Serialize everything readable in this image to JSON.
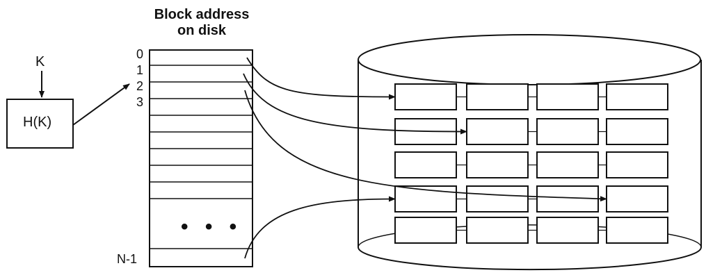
{
  "title": {
    "line1": "Block address",
    "line2": "on disk"
  },
  "key_label": "K",
  "hash_label": "H(K)",
  "bucket_indices": [
    "0",
    "1",
    "2",
    "3"
  ],
  "last_index": "N-1",
  "ellipsis": "• • •",
  "disk_blocks": {
    "rows": 5,
    "columns": 4
  },
  "pointers": [
    {
      "from_bucket": "0",
      "to_row": 1,
      "to_col": 1
    },
    {
      "from_bucket": "1",
      "to_row": 2,
      "to_col": 2
    },
    {
      "from_bucket": "2",
      "to_row": 4,
      "to_col": 4
    },
    {
      "from_bucket": "N-1",
      "to_row": 4,
      "to_col": 1
    }
  ]
}
